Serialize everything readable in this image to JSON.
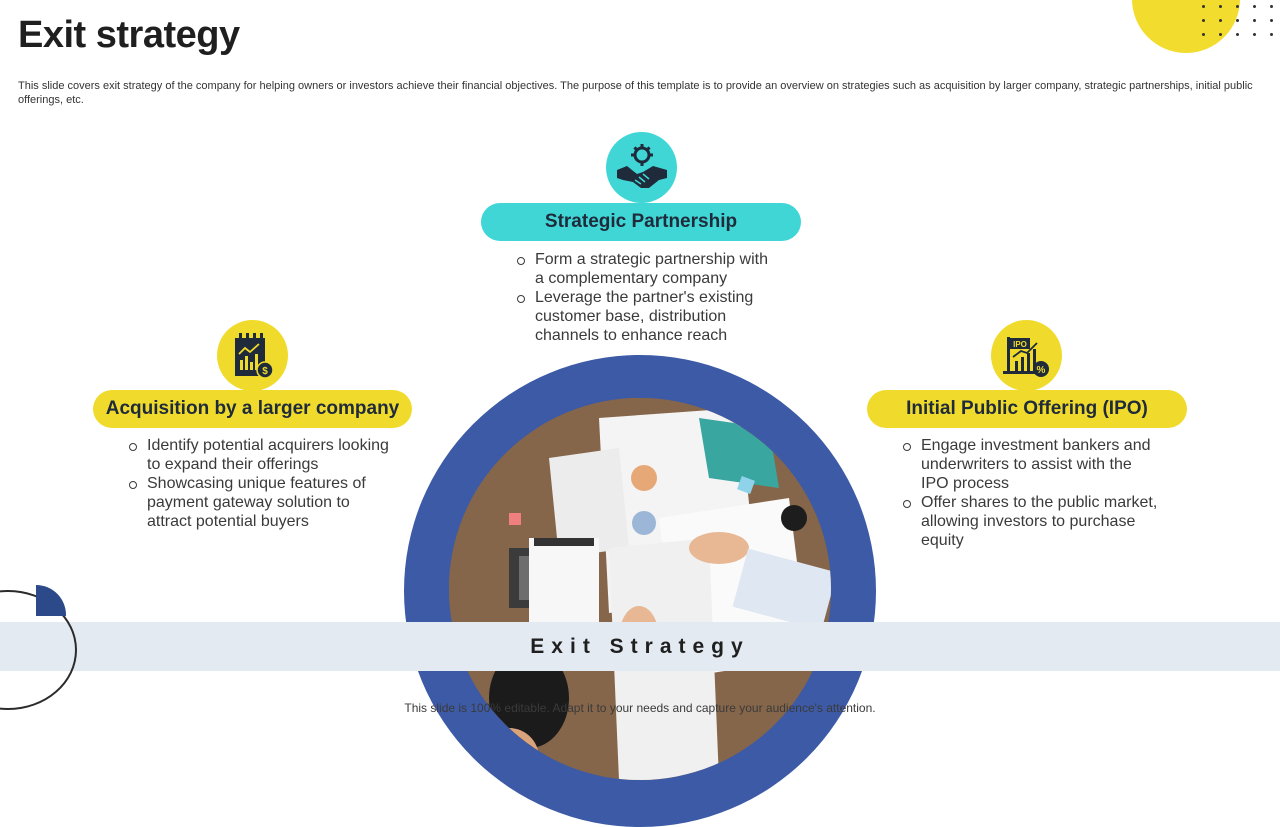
{
  "title": "Exit strategy",
  "subtitle": "This slide covers exit strategy of the company for helping owners or investors achieve their financial objectives. The purpose of this template is to provide an overview on strategies such as acquisition by larger company, strategic partnerships, initial public offerings, etc.",
  "strategic": {
    "heading": "Strategic Partnership",
    "icon": "handshake-gear-icon",
    "bullets": [
      "Form a strategic partnership with a complementary company",
      "Leverage the partner's existing customer base, distribution channels to enhance reach"
    ]
  },
  "acquisition": {
    "heading": "Acquisition by a larger company",
    "icon": "financial-report-icon",
    "bullets": [
      "Identify potential acquirers looking to expand their offerings",
      "Showcasing unique features of payment gateway solution to attract potential buyers"
    ]
  },
  "ipo": {
    "heading": "Initial Public Offering (IPO)",
    "icon": "ipo-chart-icon",
    "icon_label": "IPO",
    "bullets": [
      "Engage investment bankers and underwriters to assist with the IPO process",
      "Offer shares to the public market, allowing investors to purchase equity"
    ]
  },
  "band_label": "Exit Strategy",
  "footer": "This slide is 100% editable. Adapt it to your needs and capture your audience's attention.",
  "colors": {
    "teal": "#40d6d6",
    "yellow": "#f0db2c",
    "navy": "#3c5aa6",
    "band": "#e4eaf2"
  }
}
